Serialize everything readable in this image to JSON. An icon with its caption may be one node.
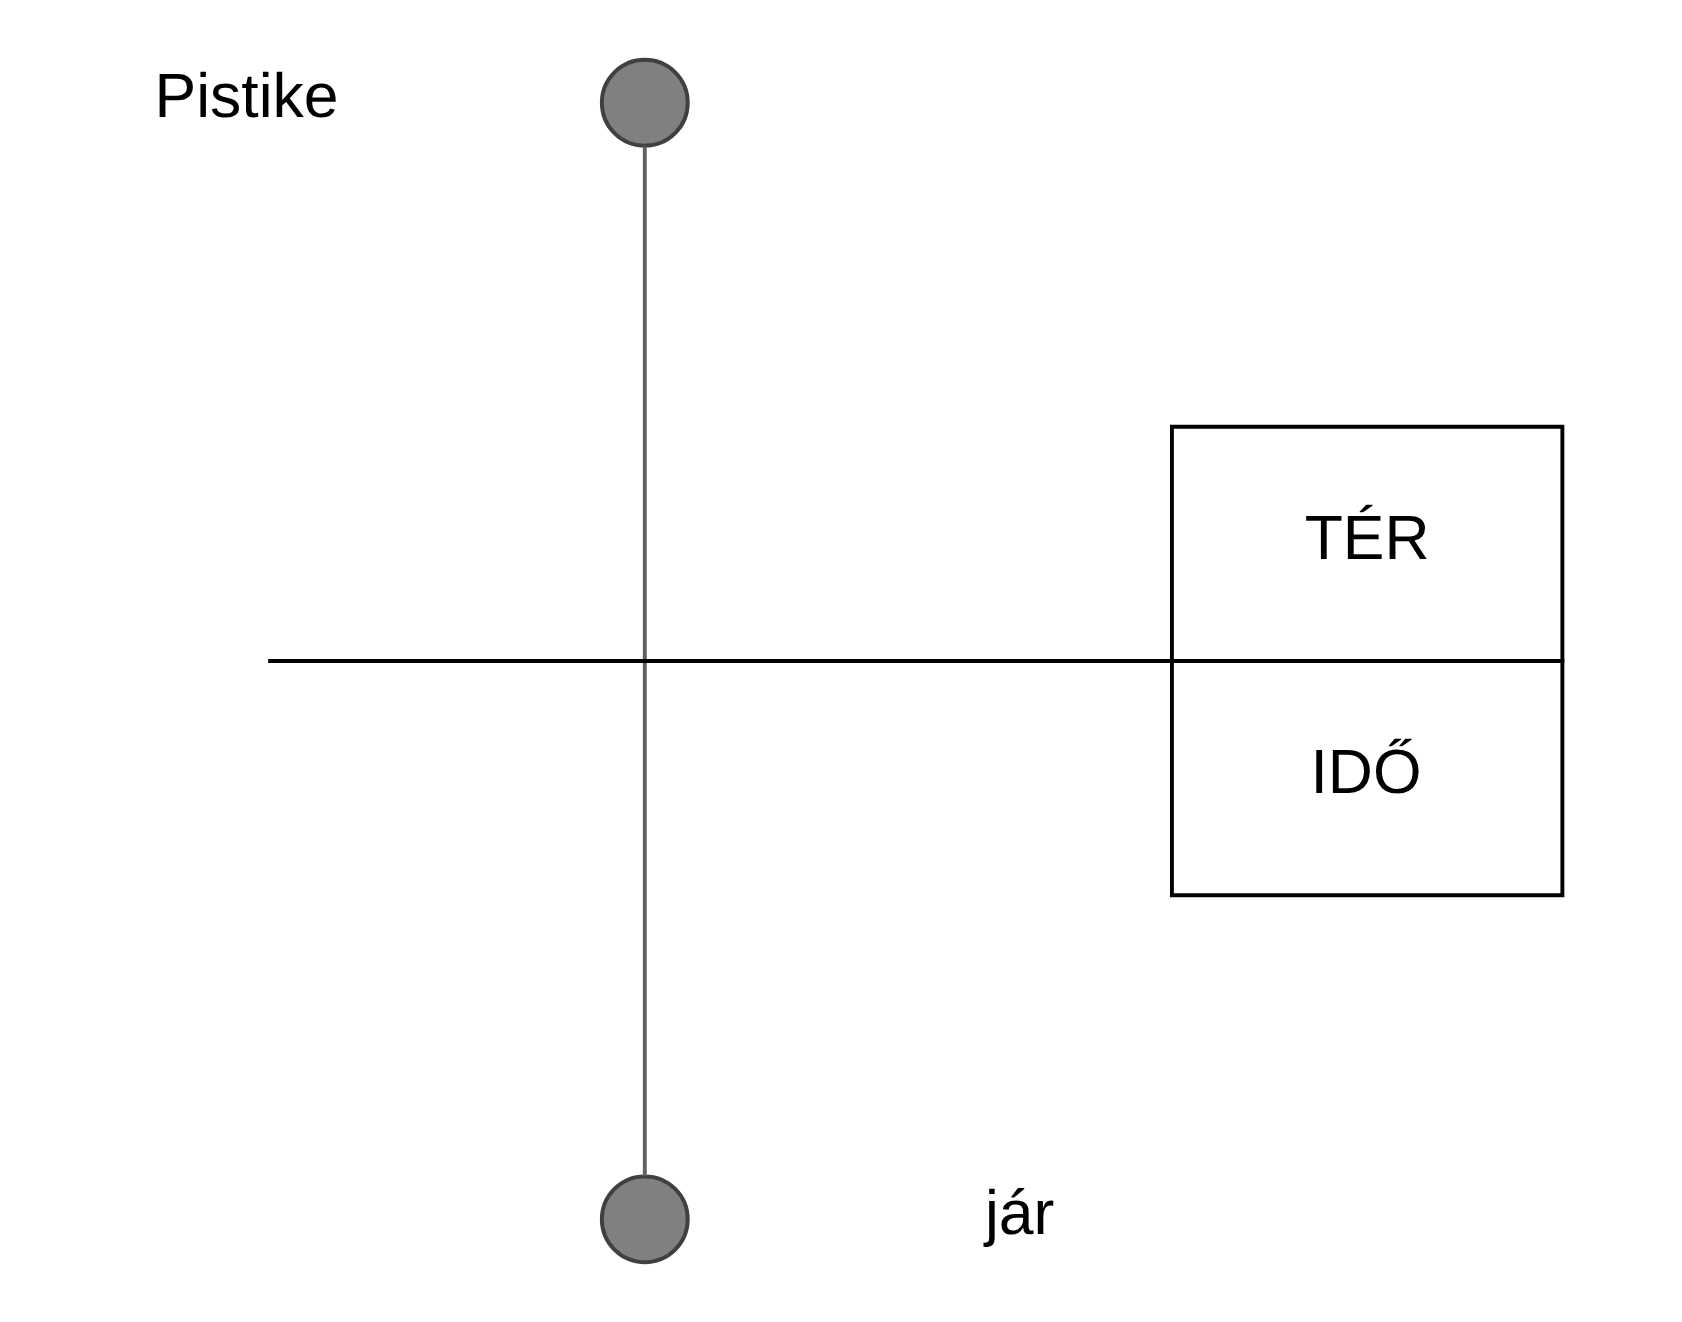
{
  "diagram": {
    "nodes": [
      {
        "text": [],
        "shape": "circle"
      },
      {
        "text": [],
        "shape": "circle"
      },
      {
        "text": [
          "TÉR",
          "IDŐ"
        ]
      }
    ],
    "edges": [
      {
        "from": 0,
        "to": 1,
        "arrow": "none",
        "color": "#606060"
      },
      {
        "from": null,
        "to": 2,
        "arrow": "none",
        "color": "#000000"
      }
    ],
    "labels": [
      "Pistike",
      "jár"
    ]
  }
}
